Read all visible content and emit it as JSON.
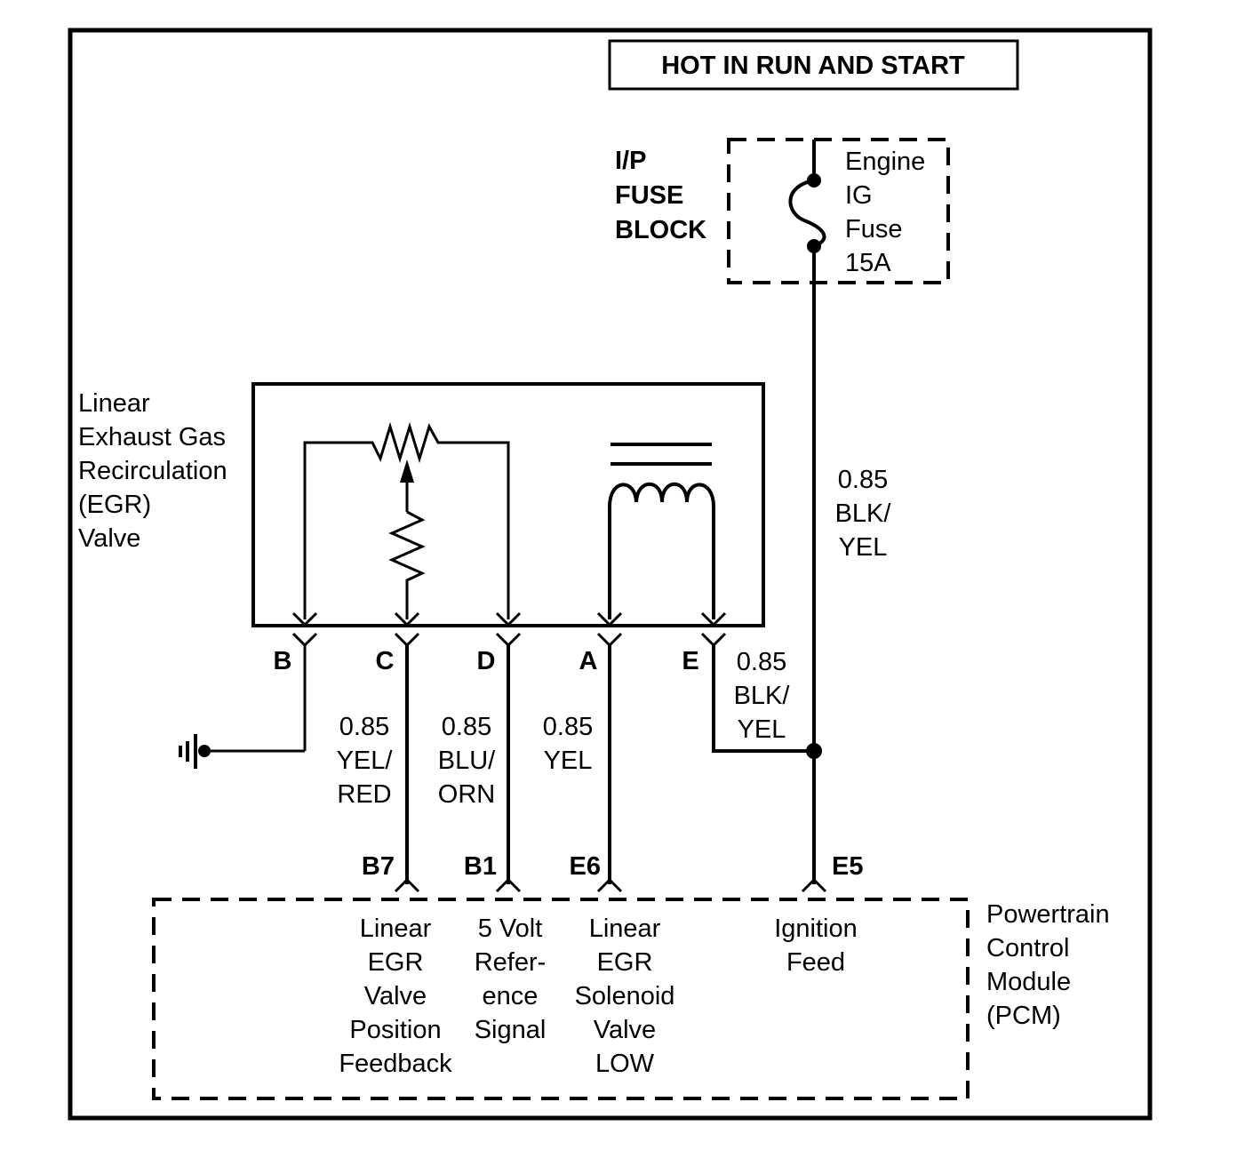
{
  "power_label": "HOT IN RUN AND START",
  "fuse_block": {
    "label_lines": [
      "I/P",
      "FUSE",
      "BLOCK"
    ],
    "fuse_label_lines": [
      "Engine",
      "IG",
      "Fuse",
      "15A"
    ]
  },
  "egr_valve": {
    "label_lines": [
      "Linear",
      "Exhaust Gas",
      "Recirculation",
      "(EGR)",
      "Valve"
    ],
    "pins": [
      "B",
      "C",
      "D",
      "A",
      "E"
    ]
  },
  "wires": {
    "feed_main": [
      "0.85",
      "BLK/",
      "YEL"
    ],
    "pin_e": [
      "0.85",
      "BLK/",
      "YEL"
    ],
    "pin_c": [
      "0.85",
      "YEL/",
      "RED"
    ],
    "pin_d": [
      "0.85",
      "BLU/",
      "ORN"
    ],
    "pin_a": [
      "0.85",
      "YEL"
    ]
  },
  "pcm": {
    "label_lines": [
      "Powertrain",
      "Control",
      "Module",
      "(PCM)"
    ],
    "pins": [
      "B7",
      "B1",
      "E6",
      "E5"
    ],
    "functions": {
      "b7": [
        "Linear",
        "EGR",
        "Valve",
        "Position",
        "Feedback"
      ],
      "b1": [
        "5 Volt",
        "Refer-",
        "ence",
        "Signal"
      ],
      "e6": [
        "Linear",
        "EGR",
        "Solenoid",
        "Valve",
        "LOW"
      ],
      "e5": [
        "Ignition",
        "Feed"
      ]
    }
  },
  "icons": {
    "ground": "ground-icon",
    "fuse": "fuse-icon",
    "potentiometer": "potentiometer-icon",
    "resistor": "resistor-icon",
    "solenoid": "solenoid-coil-icon",
    "splice": "splice-dot-icon"
  }
}
